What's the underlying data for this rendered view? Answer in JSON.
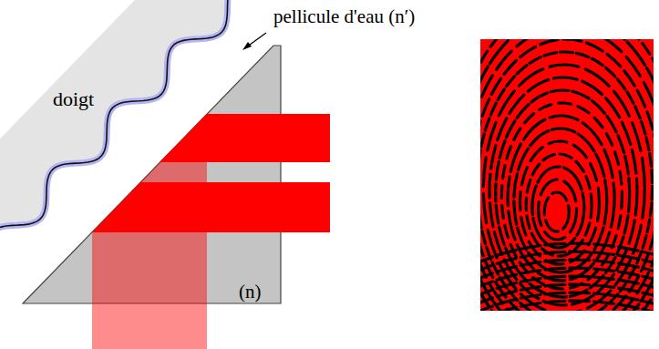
{
  "diagram": {
    "labels": [
      "pellicule d'eau (n′)",
      "doigt",
      "(n)"
    ]
  }
}
